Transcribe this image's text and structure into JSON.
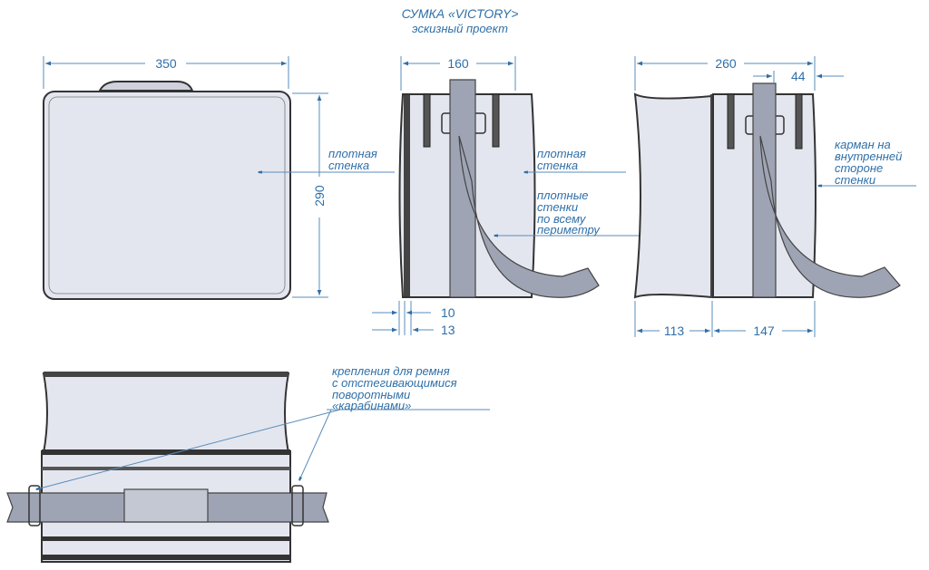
{
  "title": "СУМКА «VICTORY>",
  "subtitle": "эскизный проект",
  "dimensions": {
    "front_width": "350",
    "front_height": "290",
    "side_depth": "160",
    "side_wall_1": "10",
    "side_wall_2": "13",
    "open_depth": "260",
    "pocket": "44",
    "section_front": "113",
    "section_main": "147"
  },
  "labels": {
    "dense_wall_left": [
      "плотная",
      "стенка"
    ],
    "dense_wall_right": [
      "плотная",
      "стенка"
    ],
    "dense_walls_perimeter": [
      "плотные",
      "стенки",
      "по всему",
      "периметру"
    ],
    "pocket_inside": [
      "карман на",
      "внутренней",
      "стороне",
      "стенки"
    ],
    "strap_mounts": [
      "крепления для ремня",
      "с отстегивающимися",
      "поворотными",
      "«карабинами»"
    ]
  },
  "colors": {
    "annotation": "#2f6fa8",
    "bag": "#e4e6ef",
    "strap": "#9ea4b4"
  }
}
